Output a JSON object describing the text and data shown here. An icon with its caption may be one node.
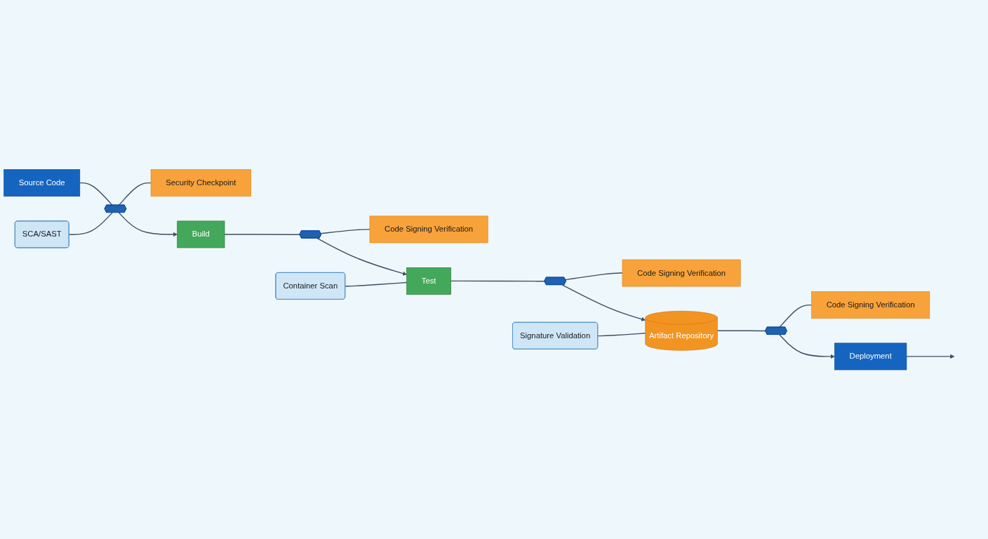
{
  "diagram": {
    "nodes": [
      {
        "text": [
          "Source Code"
        ]
      },
      {
        "text": [],
        "shape": "shield"
      },
      {
        "text": [
          "Security Checkpoint"
        ]
      },
      {
        "text": [
          "SCA/SAST"
        ]
      },
      {
        "text": [
          "Build"
        ]
      },
      {
        "text": [],
        "shape": "shield"
      },
      {
        "text": [
          "Code Signing Verification"
        ]
      },
      {
        "text": [
          "Container Scan"
        ]
      },
      {
        "text": [
          "Test"
        ]
      },
      {
        "text": [],
        "shape": "shield"
      },
      {
        "text": [
          "Code Signing Verification"
        ]
      },
      {
        "text": [
          "Artifact Repository"
        ]
      },
      {
        "text": [
          "Signature Validation"
        ]
      },
      {
        "text": [],
        "shape": "shield"
      },
      {
        "text": [
          "Code Signing Verification"
        ]
      },
      {
        "text": [
          "Deployment"
        ]
      }
    ],
    "edges": [
      {
        "from": 0,
        "to": 1,
        "arrow": "none"
      },
      {
        "from": 1,
        "to": 4,
        "arrow": "to"
      },
      {
        "from": 1,
        "to": 2,
        "arrow": "none"
      },
      {
        "from": 3,
        "to": 1,
        "arrow": "none"
      },
      {
        "from": 4,
        "to": 5,
        "arrow": "none"
      },
      {
        "from": 5,
        "to": 8,
        "arrow": "to"
      },
      {
        "from": 5,
        "to": 6,
        "arrow": "none"
      },
      {
        "from": 7,
        "to": 8,
        "arrow": "none"
      },
      {
        "from": 8,
        "to": 9,
        "arrow": "none"
      },
      {
        "from": 9,
        "to": 11,
        "arrow": "to"
      },
      {
        "from": 9,
        "to": 10,
        "arrow": "none"
      },
      {
        "from": 12,
        "to": 11,
        "arrow": "none"
      },
      {
        "from": 11,
        "to": 13,
        "arrow": "none"
      },
      {
        "from": 13,
        "to": 15,
        "arrow": "to"
      },
      {
        "from": 13,
        "to": 14,
        "arrow": "none"
      },
      {
        "from": 15,
        "to": null,
        "arrow": "to"
      }
    ]
  }
}
